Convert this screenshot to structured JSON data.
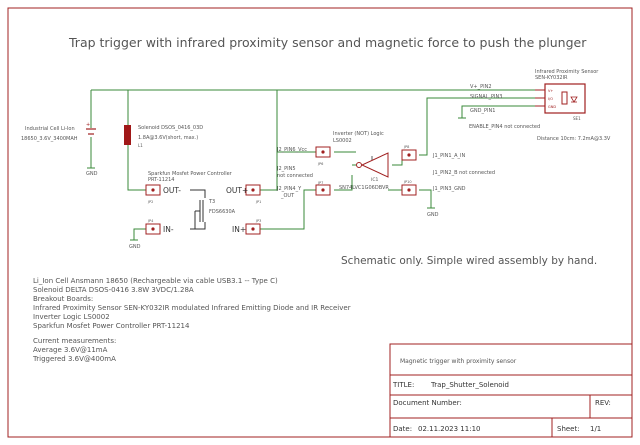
{
  "title": "Trap trigger with infrared proximity sensor and magnetic force to push the plunger",
  "subtitle_note": "Schematic only. Simple wired assembly by hand.",
  "battery": {
    "line1": "Industrial Cell Li-Ion",
    "line2": "18650_3.6V_3400MAH",
    "plus": "+",
    "gnd": "GND"
  },
  "solenoid": {
    "name": "Solenoid DSOS_0416_03D",
    "spec": "1.8A@3.6V(short, max.)",
    "ref": "L1"
  },
  "mosfet_board": {
    "name": "Sparkfun Mosfet Power Controller",
    "part": "PRT-11214",
    "out_minus": "OUT-",
    "out_plus": "OUT+",
    "in_minus": "IN-",
    "in_plus": "IN+",
    "transistor_ref": "T3",
    "transistor_part": "FDS6630A",
    "jp": [
      "JP2",
      "JP1",
      "JP4",
      "JP3"
    ],
    "gnd": "GND"
  },
  "inverter": {
    "name": "Inverter (NOT) Logic",
    "part": "LS0002",
    "chip": "SN74LVC1G06DBVR",
    "ref": "IC1",
    "j2_pin6": "J2_PIN6_Vcc",
    "j2_pin5": "J2_PIN5",
    "j2_pin5_note": "not connected",
    "j2_pin4": "J2_PIN4_Y",
    "j2_pin4b": "_OUT",
    "j1_pin1": "J1_PIN1_A_IN",
    "j1_pin2": "J1_PIN2_B not connected",
    "j1_pin3": "J1_PIN3_GND",
    "jp": [
      "JP6",
      "JP5",
      "JP7",
      "JP8",
      "JP9",
      "JP10"
    ],
    "gnd": "GND"
  },
  "sensor": {
    "name": "Infrared Proximity Sensor",
    "part": "SEN-KY032IR",
    "ref": "SE1",
    "vplus": "V+_PIN2",
    "signal": "SIGNAL_PIN3",
    "gnd": "GND_PIN1",
    "enable": "ENABLE_PIN4 not connected",
    "distance": "Distance 10cm: 7.2mA@3.3V",
    "pin_labels": [
      "V+",
      "I/O",
      "GND"
    ]
  },
  "bom": {
    "lines": [
      "Li_Ion Cell Ansmann 18650 (Rechargeable via cable USB3.1 -- Type C)",
      "Solenoid DELTA DSOS-0416 3.8W 3VDC/1.28A",
      "Breakout Boards:",
      "Infrared Proximity Sensor SEN-KY032IR modulated Infrared Emitting Diode and IR Receiver",
      "Inverter Logic LS0002",
      "Sparkfun Mosfet Power Controller PRT-11214"
    ],
    "measure_lines": [
      "Current measurements:",
      "Average 3.6V@11mA",
      "Triggered 3.6V@400mA"
    ]
  },
  "title_block": {
    "desc": "Magnetic trigger with proximity sensor",
    "title_label": "TITLE:",
    "title_value": "Trap_Shutter_Solenoid",
    "docnum_label": "Document Number:",
    "rev_label": "REV:",
    "date_label": "Date:",
    "date_value": "02.11.2023 11:10",
    "sheet_label": "Sheet:",
    "sheet_value": "1/1"
  },
  "colors": {
    "wire": "#3a8a3a",
    "part": "#a02020",
    "text": "#555555",
    "frame": "#a02020"
  }
}
